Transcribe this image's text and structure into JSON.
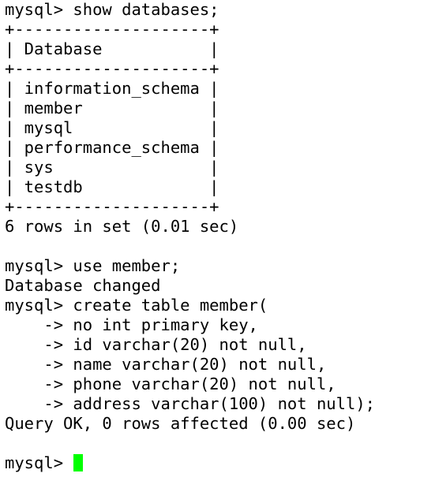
{
  "terminal": {
    "lines": [
      "mysql> show databases;",
      "+--------------------+",
      "| Database           |",
      "+--------------------+",
      "| information_schema |",
      "| member             |",
      "| mysql              |",
      "| performance_schema |",
      "| sys                |",
      "| testdb             |",
      "+--------------------+",
      "6 rows in set (0.01 sec)",
      "",
      "mysql> use member;",
      "Database changed",
      "mysql> create table member(",
      "    -> no int primary key,",
      "    -> id varchar(20) not null,",
      "    -> name varchar(20) not null,",
      "    -> phone varchar(20) not null,",
      "    -> address varchar(100) not null);",
      "Query OK, 0 rows affected (0.00 sec)",
      "",
      "mysql> "
    ],
    "cursor_color": "#00ff00",
    "background_color": "#ffffff",
    "text_color": "#000000"
  }
}
